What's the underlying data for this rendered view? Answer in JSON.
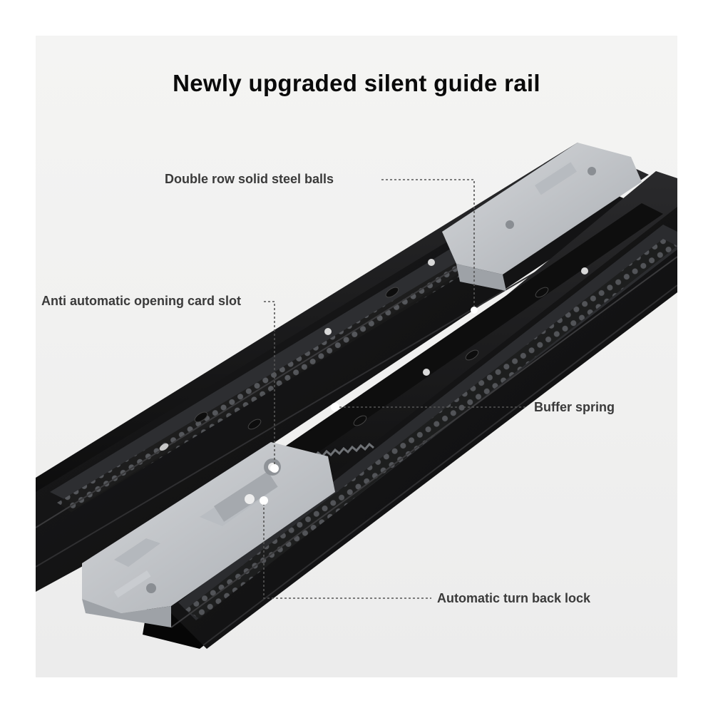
{
  "image": {
    "headline": "Newly upgraded silent guide rail",
    "callouts": {
      "steel_balls": "Double row solid steel balls",
      "card_slot": "Anti automatic opening card slot",
      "buffer_spring": "Buffer spring",
      "turn_back_lock": "Automatic turn back lock"
    },
    "colors": {
      "rail_black": "#111111",
      "plastic_gray": "#c9ccd0",
      "background": "#f1f1f0",
      "leader_line": "#555555"
    }
  }
}
